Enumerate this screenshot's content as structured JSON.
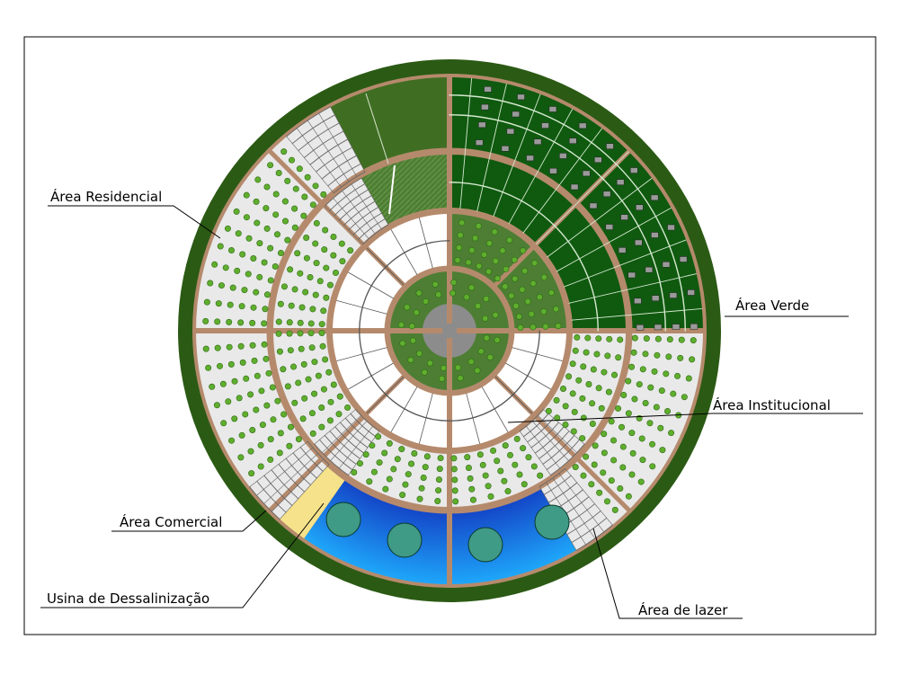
{
  "labels": {
    "residencial": "Área Residencial",
    "verde": "Área Verde",
    "institucional": "Área Institucional",
    "comercial": "Área Comercial",
    "usina": "Usina de Dessalinização",
    "lazer": "Área de lazer"
  },
  "colors": {
    "outer_ring": "#2b5a14",
    "road": "#b58a6c",
    "verde_dark": "#0f5a0f",
    "verde_mid": "#3f6e22",
    "field_green": "#4d7e34",
    "residential_bg": "#e9e9e9",
    "water_blue": "#1a6fd0",
    "pool": "#3f9a86",
    "plaza": "#8c8c8c",
    "commercial": "#ffffff",
    "usina": "#f5e28a",
    "border": "#000000"
  },
  "icons": {
    "tree": "tree-icon",
    "building": "building-icon",
    "pool": "pool-icon"
  }
}
